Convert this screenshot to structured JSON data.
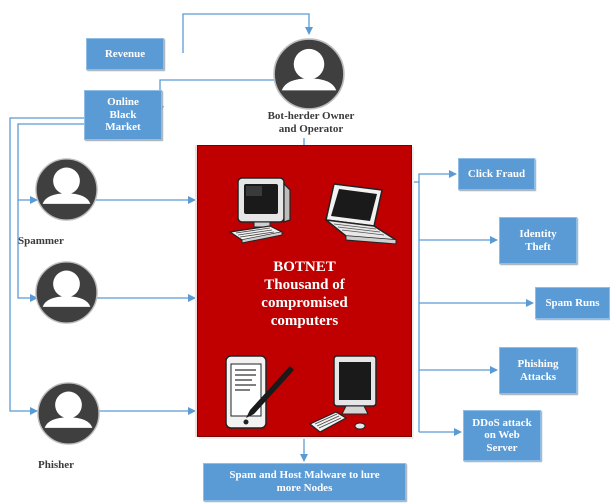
{
  "boxes": {
    "revenue": "Revenue",
    "online_black_market": "Online Black Market",
    "click_fraud": "Click Fraud",
    "identity_theft": "Identity Theft",
    "spam_runs": "Spam Runs",
    "phishing_attacks": "Phishing Attacks",
    "ddos_attack": "DDoS attack on Web Server",
    "spam_host_malware": "Spam and Host Malware to lure more Nodes"
  },
  "labels": {
    "bot_herder_line1": "Bot-herder Owner",
    "bot_herder_line2": "and Operator",
    "spammer": "Spammer",
    "phisher": "Phisher"
  },
  "botnet": {
    "line1": "BOTNET",
    "line2": "Thousand of",
    "line3": "compromised",
    "line4": "computers"
  },
  "colors": {
    "box_fill": "#5b9bd5",
    "connector": "#5b9bd5",
    "botnet_fill": "#c00000",
    "avatar_circle": "#3f3f3f"
  },
  "icons": [
    "person-avatar-icon",
    "desktop-computer-icon",
    "laptop-icon",
    "tablet-stylus-icon",
    "monitor-keyboard-icon"
  ]
}
